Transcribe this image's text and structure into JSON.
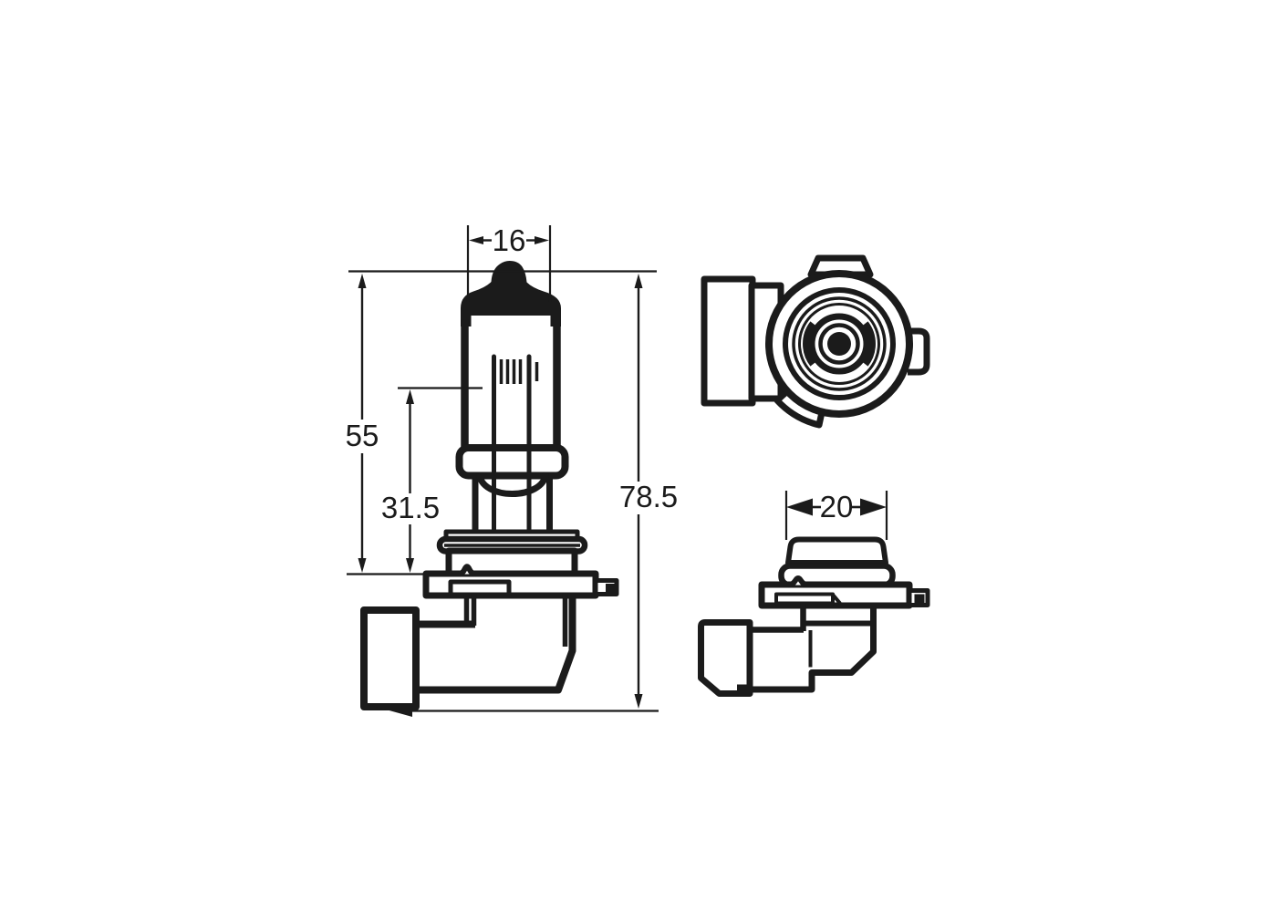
{
  "diagram": {
    "kind": "technical-drawing",
    "subject": "halogen bulb with right-angle base, three orthographic views"
  },
  "colors": {
    "line": "#1b1b1b",
    "background": "#ffffff"
  },
  "dimensions": {
    "tip_width": "16",
    "glass_length": "55",
    "filament_height": "31.5",
    "overall_length": "78.5",
    "base_diameter": "20"
  }
}
